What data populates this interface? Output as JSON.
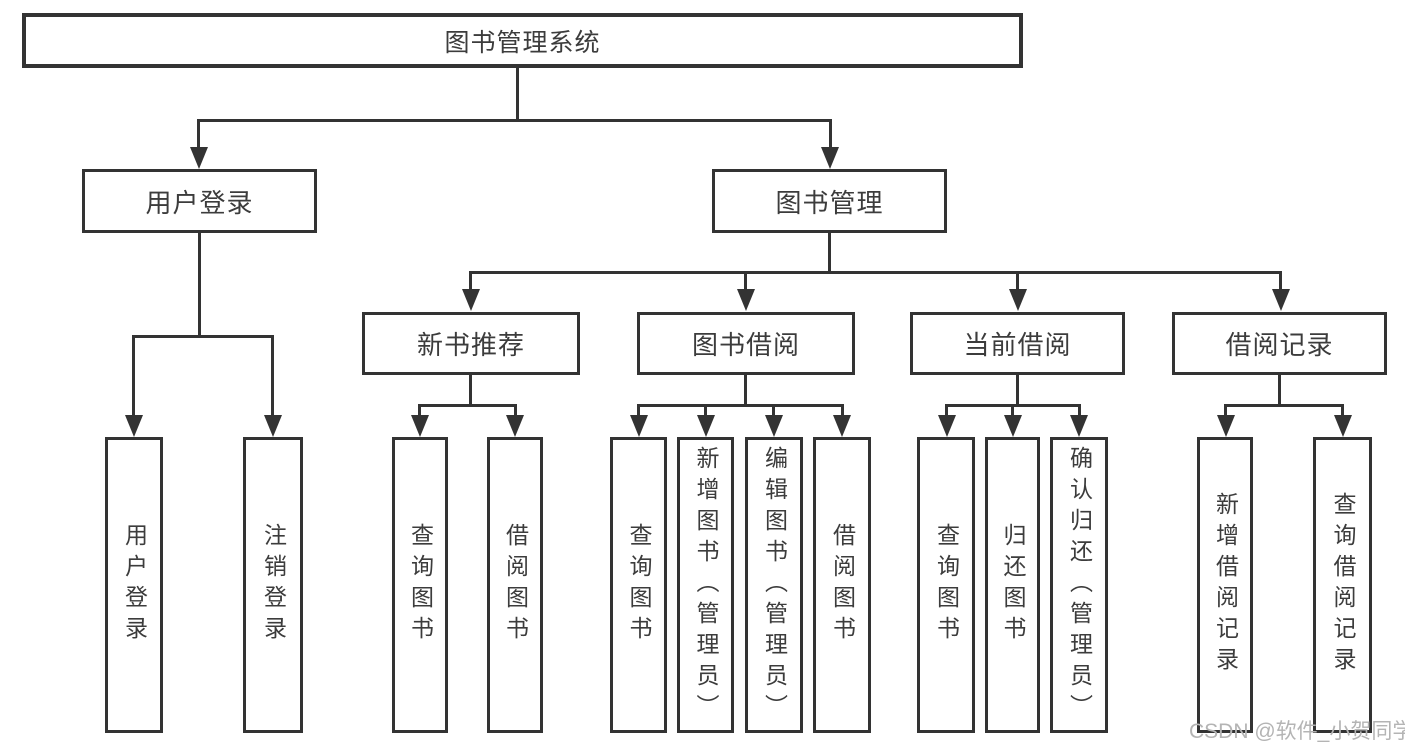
{
  "diagram": {
    "root": "图书管理系统",
    "branches": [
      {
        "label": "用户登录",
        "children": [
          "用户登录",
          "注销登录"
        ]
      },
      {
        "label": "图书管理",
        "groups": [
          {
            "label": "新书推荐",
            "children": [
              "查询图书",
              "借阅图书"
            ]
          },
          {
            "label": "图书借阅",
            "children": [
              "查询图书",
              "新增图书（管理员）",
              "编辑图书（管理员）",
              "借阅图书"
            ]
          },
          {
            "label": "当前借阅",
            "children": [
              "查询图书",
              "归还图书",
              "确认归还（管理员）"
            ]
          },
          {
            "label": "借阅记录",
            "children": [
              "新增借阅记录",
              "查询借阅记录"
            ]
          }
        ]
      }
    ]
  },
  "watermark": {
    "text": "CSDN @软件_小贺同学"
  },
  "colors": {
    "line": "#333333",
    "text": "#3c3c3c",
    "watermark": "#b4b4b4"
  }
}
